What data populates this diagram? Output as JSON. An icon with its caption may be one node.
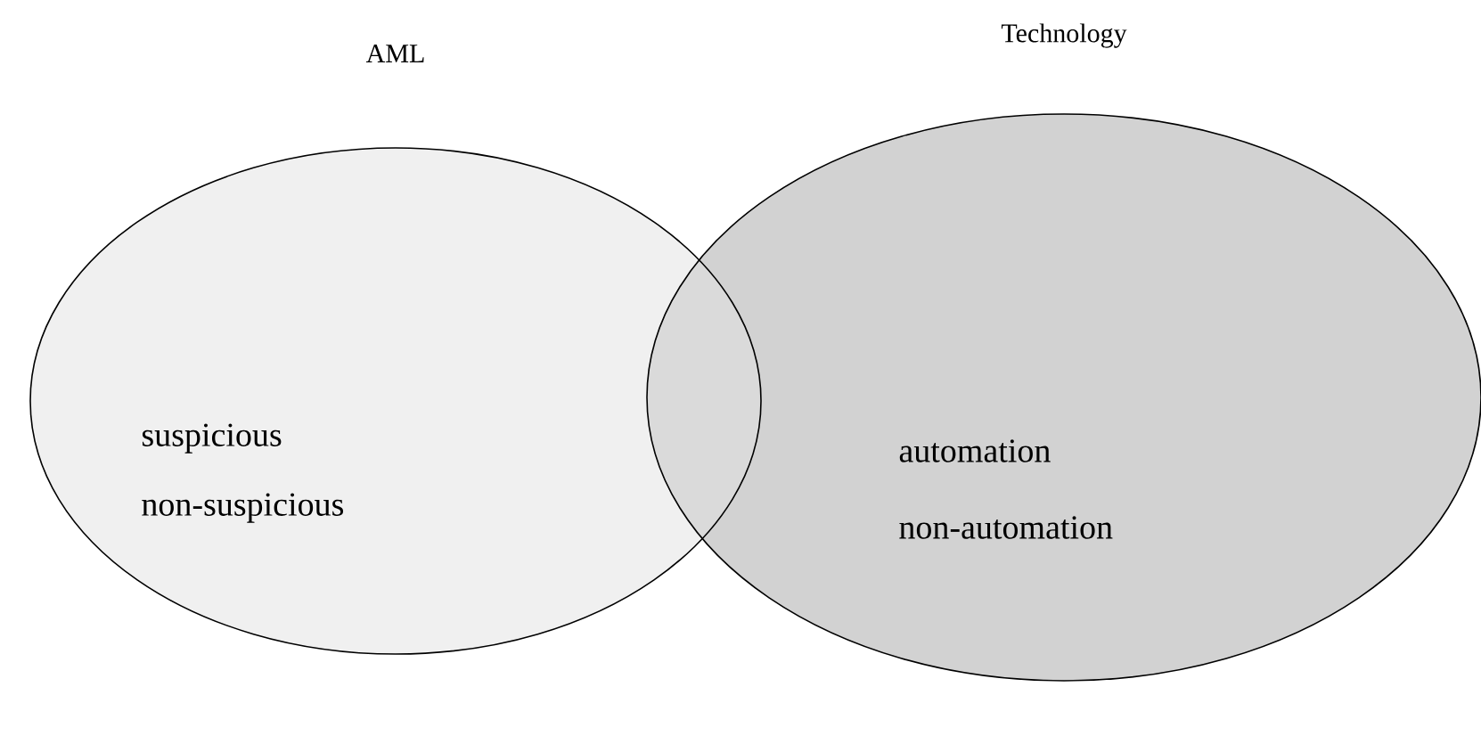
{
  "diagram": {
    "nodes": [
      {
        "text": [
          "AML",
          "suspicious",
          "non-suspicious"
        ]
      },
      {
        "text": [
          "Technology",
          "automation",
          "non-automation"
        ]
      }
    ]
  }
}
